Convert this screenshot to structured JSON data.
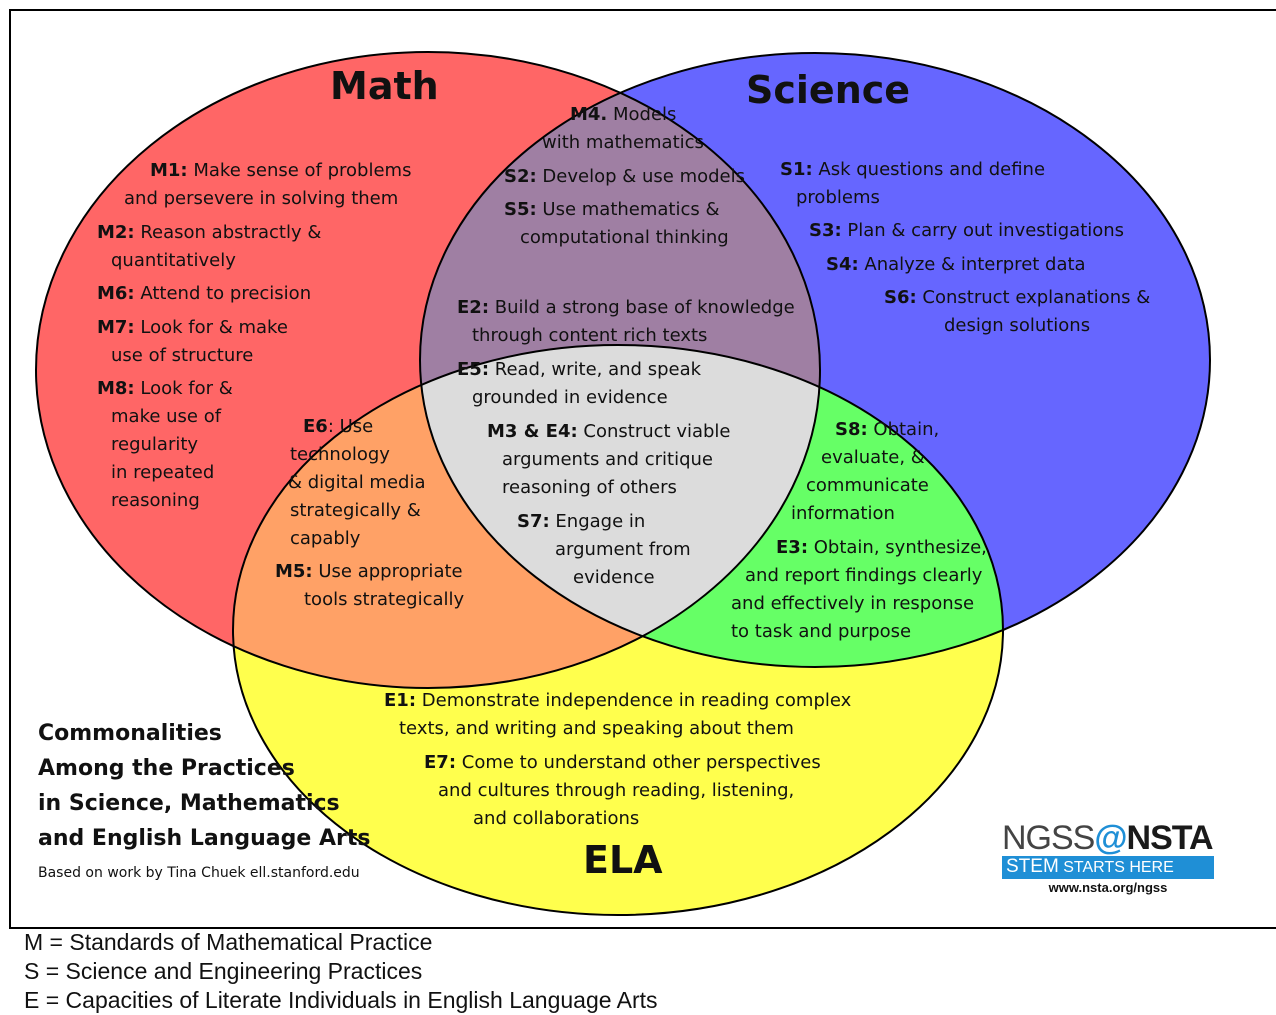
{
  "circles": {
    "math": {
      "title": "Math",
      "color": "#ff6666"
    },
    "science": {
      "title": "Science",
      "color": "#6666ff"
    },
    "ela": {
      "title": "ELA",
      "color": "#ffff4d"
    }
  },
  "overlap_colors": {
    "math_science": "#9f7fa3",
    "math_ela": "#ffa166",
    "science_ela": "#66ff66",
    "all": "#dcdcdc"
  },
  "math_only": [
    {
      "code": "M1:",
      "text": " Make sense of problems"
    },
    {
      "code": "",
      "text": "and persevere in solving them"
    },
    {
      "code": "M2:",
      "text": " Reason abstractly &"
    },
    {
      "code": "",
      "text": "quantitatively"
    },
    {
      "code": "M6:",
      "text": " Attend to precision"
    },
    {
      "code": "M7:",
      "text": " Look for & make"
    },
    {
      "code": "",
      "text": "use of structure"
    },
    {
      "code": "M8:",
      "text": " Look for &"
    },
    {
      "code": "",
      "text": "make use of"
    },
    {
      "code": "",
      "text": "regularity"
    },
    {
      "code": "",
      "text": "in repeated"
    },
    {
      "code": "",
      "text": "reasoning"
    }
  ],
  "math_science": [
    {
      "code": "M4.",
      "text": " Models"
    },
    {
      "code": "",
      "text": "with mathematics"
    },
    {
      "code": "S2:",
      "text": " Develop & use models"
    },
    {
      "code": "S5:",
      "text": " Use mathematics &"
    },
    {
      "code": "",
      "text": "computational thinking"
    }
  ],
  "science_only": [
    {
      "code": "S1:",
      "text": " Ask questions and define"
    },
    {
      "code": "",
      "text": "problems"
    },
    {
      "code": "S3:",
      "text": " Plan & carry out investigations"
    },
    {
      "code": "S4:",
      "text": " Analyze & interpret data"
    },
    {
      "code": "S6:",
      "text": " Construct explanations &"
    },
    {
      "code": "",
      "text": "design solutions"
    }
  ],
  "center": [
    {
      "code": "E2:",
      "text": " Build a strong base of knowledge"
    },
    {
      "code": "",
      "text": "through content rich texts"
    },
    {
      "code": "E5:",
      "text": " Read, write, and speak"
    },
    {
      "code": "",
      "text": "grounded in evidence"
    },
    {
      "code": "M3 & E4:",
      "text": " Construct viable"
    },
    {
      "code": "",
      "text": "arguments and critique"
    },
    {
      "code": "",
      "text": "reasoning of others"
    },
    {
      "code": "S7:",
      "text": " Engage in"
    },
    {
      "code": "",
      "text": "argument from"
    },
    {
      "code": "",
      "text": "evidence"
    }
  ],
  "math_ela": [
    {
      "code": "E6",
      "text": ": Use"
    },
    {
      "code": "",
      "text": "technology"
    },
    {
      "code": "",
      "text": "& digital media"
    },
    {
      "code": "",
      "text": "strategically &"
    },
    {
      "code": "",
      "text": "capably"
    },
    {
      "code": "M5:",
      "text": " Use appropriate"
    },
    {
      "code": "",
      "text": "tools strategically"
    }
  ],
  "science_ela": [
    {
      "code": "S8:",
      "text": " Obtain,"
    },
    {
      "code": "",
      "text": "evaluate, &"
    },
    {
      "code": "",
      "text": "communicate"
    },
    {
      "code": "",
      "text": "information"
    },
    {
      "code": "E3:",
      "text": " Obtain, synthesize,"
    },
    {
      "code": "",
      "text": "and report findings clearly"
    },
    {
      "code": "",
      "text": "and effectively in response"
    },
    {
      "code": "",
      "text": "to task and purpose"
    }
  ],
  "ela_only": [
    {
      "code": "E1:",
      "text": " Demonstrate independence in reading complex"
    },
    {
      "code": "",
      "text": "texts, and writing and speaking about them"
    },
    {
      "code": "E7:",
      "text": " Come to understand other perspectives"
    },
    {
      "code": "",
      "text": "and cultures through reading, listening,"
    },
    {
      "code": "",
      "text": "and collaborations"
    }
  ],
  "caption": {
    "lines": [
      "Commonalities",
      "Among the Practices",
      "in Science, Mathematics",
      "and English Language Arts"
    ],
    "credit": "Based on work by Tina Chuek ell.stanford.edu"
  },
  "logo": {
    "ngss": "NGSS",
    "at": "@",
    "nsta": "NSTA",
    "tagline_a": "STEM",
    "tagline_b": " STARTS HERE",
    "url": "www.nsta.org/ngss"
  },
  "legend": [
    "M = Standards of Mathematical Practice",
    "S = Science and Engineering Practices",
    "E = Capacities of Literate Individuals in English Language Arts"
  ]
}
